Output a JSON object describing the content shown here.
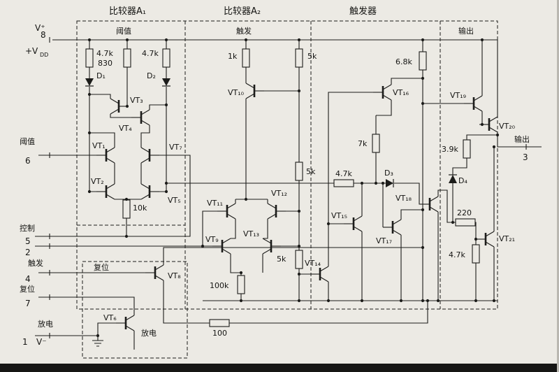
{
  "colors": {
    "paper": "#eceae4",
    "ink": "#1c1c1a"
  },
  "titles": {
    "a1": "比较器A₁",
    "a2": "比较器A₂",
    "ff": "触发器"
  },
  "top": {
    "threshold": "阈值",
    "trigger": "触发",
    "output": "输出"
  },
  "pins": {
    "v_plus": "V⁺",
    "p8": "8",
    "vdd_v": "+V",
    "vdd_dd": "DD",
    "threshold": "阈值",
    "p6": "6",
    "control": "控制",
    "p5": "5",
    "p2": "2",
    "trigger": "触发",
    "p4": "4",
    "reset": "复位",
    "p7": "7",
    "discharge": "放电",
    "p1": "1",
    "v_minus": "V⁻",
    "output": "输出",
    "p3": "3"
  },
  "inner": {
    "reset": "复位",
    "discharge": "放电"
  },
  "r": {
    "r47a": "4.7k",
    "r830": "830",
    "r47b": "4.7k",
    "r10k": "10k",
    "r1k": "1k",
    "r5a": "5k",
    "r5b": "5k",
    "r5c": "5k",
    "r100k": "100k",
    "r68": "6.8k",
    "r7k": "7k",
    "r47c": "4.7k",
    "r39": "3.9k",
    "r220": "220",
    "r47d": "4.7k",
    "r100": "100"
  },
  "d": {
    "d1": "D₁",
    "d2": "D₂",
    "d3": "D₃",
    "d4": "D₄"
  },
  "q": {
    "vt1": "VT₁",
    "vt2": "VT₂",
    "vt3": "VT₃",
    "vt4": "VT₄",
    "vt5": "VT₅",
    "vt6": "VT₆",
    "vt7": "VT₇",
    "vt8": "VT₈",
    "vt9": "VT₉",
    "vt10": "VT₁₀",
    "vt11": "VT₁₁",
    "vt12": "VT₁₂",
    "vt13": "VT₁₃",
    "vt14": "VT₁₄",
    "vt15": "VT₁₅",
    "vt16": "VT₁₆",
    "vt17": "VT₁₇",
    "vt18": "VT₁₈",
    "vt19": "VT₁₉",
    "vt20": "VT₂₀",
    "vt21": "VT₂₁"
  }
}
